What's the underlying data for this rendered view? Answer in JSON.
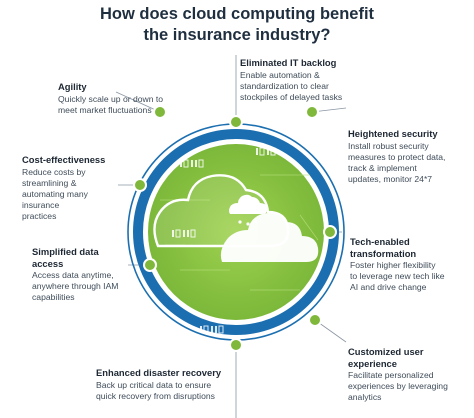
{
  "title": {
    "line1": "How does cloud computing benefit",
    "line2": "the insurance industry?"
  },
  "colors": {
    "ring": "#1b6fb0",
    "center": "#8cc63f",
    "connector": "#8a96a3",
    "dot": "#7fb83a",
    "heading": "#1d2733"
  },
  "items": {
    "agility": {
      "heading": [
        "Agility"
      ],
      "desc": [
        "Quickly scale up or down to",
        "meet market fluctuations"
      ]
    },
    "cost": {
      "heading": [
        "Cost-effectiveness"
      ],
      "desc": [
        "Reduce costs by",
        "streamlining &",
        "automating many",
        "insurance",
        "practices"
      ]
    },
    "data_access": {
      "heading": [
        "Simplified data",
        "access"
      ],
      "desc": [
        "Access data anytime,",
        "anywhere through IAM",
        "capabilities"
      ]
    },
    "disaster": {
      "heading": [
        "Enhanced disaster recovery"
      ],
      "desc": [
        "Back up critical data to ensure",
        "quick recovery from disruptions"
      ]
    },
    "backlog": {
      "heading": [
        "Eliminated IT backlog"
      ],
      "desc": [
        "Enable automation &",
        "standardization to clear",
        "stockpiles of delayed tasks"
      ]
    },
    "security": {
      "heading": [
        "Heightened security"
      ],
      "desc": [
        "Install robust security",
        "measures to protect data,",
        "track & implement",
        "updates, monitor 24*7"
      ]
    },
    "tech": {
      "heading": [
        "Tech-enabled",
        "transformation"
      ],
      "desc": [
        "Foster higher flexibility",
        "to leverage new tech like",
        "AI and drive change"
      ]
    },
    "experience": {
      "heading": [
        "Customized user",
        "experience"
      ],
      "desc": [
        "Facilitate personalized",
        "experiences by leveraging",
        "analytics"
      ]
    }
  }
}
